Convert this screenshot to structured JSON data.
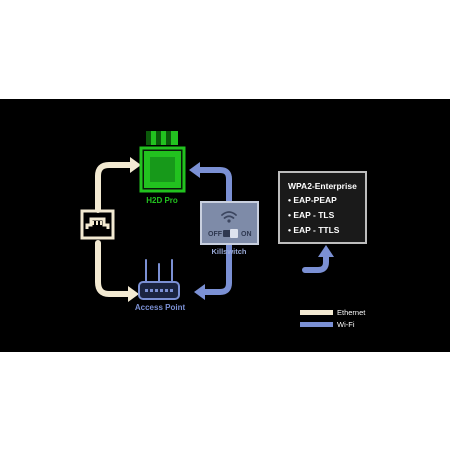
{
  "colors": {
    "background": "#000000",
    "page": "#ffffff",
    "ethernet": "#f3ead2",
    "wifi": "#7b90d4",
    "h2d_green": "#22c21f",
    "panel_fill": "#1a1a1a",
    "panel_border": "#bdbdbd",
    "killswitch_fill": "#7e8ba8"
  },
  "nodes": {
    "printer": {
      "label": "H2D Pro",
      "icon": "printer-icon"
    },
    "killswitch": {
      "label": "Killswitch",
      "off": "OFF",
      "on": "ON",
      "icon": "wifi-icon"
    },
    "access_point": {
      "label": "Access Point",
      "icon": "router-icon"
    },
    "ethernet_port": {
      "icon": "ethernet-port-icon"
    }
  },
  "security_panel": {
    "title": "WPA2-Enterprise",
    "items": [
      "• EAP-PEAP",
      "• EAP - TLS",
      "• EAP - TTLS"
    ]
  },
  "legend": {
    "items": [
      {
        "label": "Ethernet",
        "color": "#f3ead2"
      },
      {
        "label": "Wi-Fi",
        "color": "#7b90d4"
      }
    ]
  }
}
